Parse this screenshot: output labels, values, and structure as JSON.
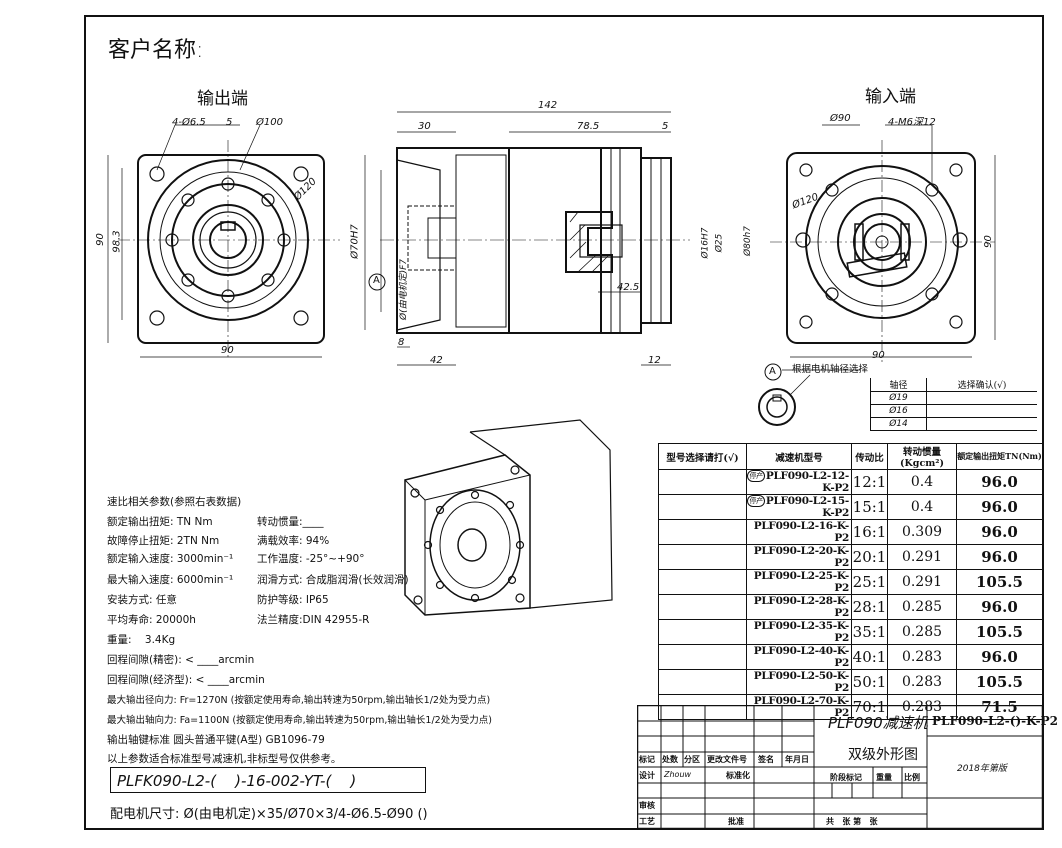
{
  "header": {
    "customer_label": "客户名称:"
  },
  "views": {
    "output_label": "输出端",
    "input_label": "输入端",
    "note_label": "根据电机轴径选择",
    "ref_a": "A"
  },
  "dimensions": {
    "d_4_65": "4-Ø6.5",
    "d_5": "5",
    "d_100": "Ø100",
    "d_120": "Ø120",
    "d_90_left": "90",
    "d_983": "98.3",
    "d_90_bottom": "90",
    "d_142": "142",
    "d_30": "30",
    "d_785": "78.5",
    "d_5b": "5",
    "d_70h7": "Ø70H7",
    "d_motor": "Ø(由电机定)F7",
    "d_16h7": "Ø16H7",
    "d_25": "Ø25",
    "d_80h7": "Ø80h7",
    "d_425": "42.5",
    "d_8": "8",
    "d_42": "42",
    "d_12": "12",
    "d_90r": "Ø90",
    "d_4m6": "4-M6深12",
    "d_120r": "Ø120",
    "d_90_right": "90",
    "d_90_rb": "90"
  },
  "shaft_table": {
    "header": [
      "轴径",
      "选择确认(√)"
    ],
    "rows": [
      "Ø19",
      "Ø16",
      "Ø14"
    ]
  },
  "selection_table": {
    "headers": [
      "型号选择请打(√)",
      "减速机型号",
      "传动比",
      "转动惯量(Kgcm²)",
      "额定输出扭矩TN(Nm)"
    ],
    "rows": [
      {
        "model": "PLF090-L2-12-K-P2",
        "ratio": "12:1",
        "inertia": "0.4",
        "torque": "96.0",
        "tag": "停产"
      },
      {
        "model": "PLF090-L2-15-K-P2",
        "ratio": "15:1",
        "inertia": "0.4",
        "torque": "96.0",
        "tag": "停产"
      },
      {
        "model": "PLF090-L2-16-K-P2",
        "ratio": "16:1",
        "inertia": "0.309",
        "torque": "96.0",
        "tag": ""
      },
      {
        "model": "PLF090-L2-20-K-P2",
        "ratio": "20:1",
        "inertia": "0.291",
        "torque": "96.0",
        "tag": ""
      },
      {
        "model": "PLF090-L2-25-K-P2",
        "ratio": "25:1",
        "inertia": "0.291",
        "torque": "105.5",
        "tag": ""
      },
      {
        "model": "PLF090-L2-28-K-P2",
        "ratio": "28:1",
        "inertia": "0.285",
        "torque": "96.0",
        "tag": ""
      },
      {
        "model": "PLF090-L2-35-K-P2",
        "ratio": "35:1",
        "inertia": "0.285",
        "torque": "105.5",
        "tag": ""
      },
      {
        "model": "PLF090-L2-40-K-P2",
        "ratio": "40:1",
        "inertia": "0.283",
        "torque": "96.0",
        "tag": ""
      },
      {
        "model": "PLF090-L2-50-K-P2",
        "ratio": "50:1",
        "inertia": "0.283",
        "torque": "105.5",
        "tag": ""
      },
      {
        "model": "PLF090-L2-70-K-P2",
        "ratio": "70:1",
        "inertia": "0.283",
        "torque": "71.5",
        "tag": ""
      }
    ]
  },
  "specs": {
    "s1": "速比相关参数(参照右表数据)",
    "s2": "额定输出扭矩: TN Nm",
    "s2b": "转动惯量:____",
    "s3": "故障停止扭矩: 2TN Nm",
    "s3b": "满载效率: 94%",
    "s4": "额定输入速度: 3000min⁻¹",
    "s4b": "工作温度: -25°~+90°",
    "s5": "最大输入速度: 6000min⁻¹",
    "s5b": "润滑方式: 合成脂润滑(长效润滑)",
    "s6": "安装方式: 任意",
    "s6b": "防护等级: IP65",
    "s7": "平均寿命: 20000h",
    "s7b": "法兰精度:DIN 42955-R",
    "s8": "重量:    3.4Kg",
    "s9": "回程间隙(精密): < ____arcmin",
    "s10": "回程间隙(经济型): < ____arcmin",
    "s11": "最大输出径向力: Fr=1270N (按额定使用寿命,输出转速为50rpm,输出轴长1/2处为受力点)",
    "s12": "最大输出轴向力: Fa=1100N (按额定使用寿命,输出转速为50rpm,输出轴长1/2处为受力点)",
    "s13": "输出轴键标准 圆头普通平键(A型) GB1096-79",
    "s14": "以上参数适合标准型号减速机,非标型号仅供参考。"
  },
  "code_box": "PLFK090-L2-(    )-16-002-YT-(    )",
  "motor_size": "配电机尺寸: Ø(由电机定)×35/Ø70×3/4-Ø6.5-Ø90 ()",
  "title_block": {
    "product": "PLF090减速机",
    "sub": "双级外形图",
    "model": "PLF090-L2-()-K-P2",
    "edition": "2018年第版",
    "labels": {
      "biaoji": "标记",
      "chushu": "处数",
      "fenqu": "分区",
      "genggai": "更改文件号",
      "qianming": "签名",
      "nianyueri": "年月日",
      "sheji": "设计",
      "designer": "Zhouw",
      "biaozhun": "标准化",
      "jieduan": "阶段标记",
      "zhongliang": "重量",
      "bili": "比例",
      "shenhe": "审核",
      "gongyi": "工艺",
      "pizhun": "批准",
      "sheet": "共   张 第   张"
    }
  }
}
